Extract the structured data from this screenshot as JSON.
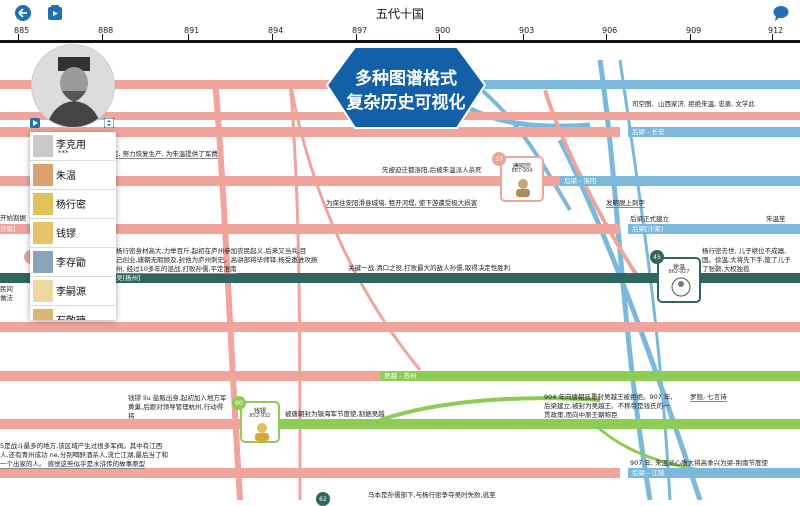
{
  "header": {
    "title": "五代十国",
    "back_icon": "back-arrow-icon",
    "app_icon": "map-app-icon",
    "chat_icon": "speech-bubble-icon"
  },
  "ruler": {
    "labels": [
      "885",
      "888",
      "891",
      "894",
      "897",
      "900",
      "903",
      "906",
      "909",
      "912"
    ]
  },
  "promo": {
    "line1": "多种图谱格式",
    "line2": "复杂历史可视化"
  },
  "panel": {
    "items": [
      {
        "name": "李克用",
        "sub": "***"
      },
      {
        "name": "朱温"
      },
      {
        "name": "杨行密"
      },
      {
        "name": "钱镠"
      },
      {
        "name": "李存勖"
      },
      {
        "name": "李嗣源"
      },
      {
        "name": "石敬瑭"
      }
    ]
  },
  "bands": {
    "later_liang_changan": "后梁 - 长安",
    "later_liang_luoyang": "后梁 - 洛阳",
    "later_liang_kaifeng": "后梁[汴梁]",
    "wu_yue_suzhou": "吴越 - 苏州",
    "later_liang_jiangling": "后梁 - 江陵",
    "liang_left": "汴梁]",
    "yang_left": "吴[扬州]"
  },
  "texts": {
    "t1": "司空图、山西家济, 拒绝朱温, 忠勇, 文学此",
    "t2": "民, 努力恢复生产, 为朱温提供了军费",
    "t3": "先被迫迁都洛阳,后被朱温派人杀死",
    "t4": "为保住安阳滑县城墙, 租开河堤, 使下游遭受极大损害",
    "t5": "发明脱上刺字",
    "t6": "后梁正式建立",
    "t7": "朱温笙",
    "t8": "开始割据",
    "t9a": "杨行密身材高大,力举百斤,起初在庐州参加农民起义,后来又当兵,目",
    "t9b": "己创业,唐朝无暇顾及,封他为庐州刺史。高骈部将毕师铎,杨受邀进攻扬",
    "t9c": "州, 经过10多年的混战,打败孙儒,平定淮南",
    "t10": "关键一战,清口之役,打败最大的敌人孙儒,取得决定性胜利",
    "t11a": "杨行密去世, 儿子继位不成器,",
    "t11b": "国。徐温,大将先下手,废了儿子",
    "t11c": "了张颢,大权独揽",
    "t12a": "民间",
    "t12b": "做法",
    "t13a": "钱镠 liu 盐贩出身,起初加入地方军",
    "t13b": "黄巢,后跟对领导管理杭州,行动得",
    "t13c": "将",
    "t14": "被唐朝封为镇海军节度使,割据吴越",
    "t15a": "904 年向唐朝廷重封吴越王被拒绝。907 年,",
    "t15b": "后梁建立,被封为吴越王。不称帝是钱氏的一",
    "t15c": "贯政策,而向中原王朝称臣",
    "t16": "罗隐, 七言诗",
    "t17a": "5是战斗最多的地方,该区域产生过很多军阀。其中有江西",
    "t17b": "人,还有青州成功 ne,分别喝醉酒杀人,流亡江湖,最后当了和",
    "t17c": "一个出家的人。 感觉这些似乎是水浒传的故事原型",
    "t18": "907 年, 朱温派心腹大将高季兴为梁-荆南节度使",
    "t19": "马本是孙儒部下,与杨行密争夺吴时失败,逃至"
  },
  "cards": {
    "tang_zhaozong": {
      "name": "唐昭宗",
      "years": "867-904"
    },
    "xu_wen": {
      "name": "徐温",
      "years": "862-927"
    },
    "qian_liu": {
      "name": "钱镠",
      "years": "852-932"
    }
  },
  "badges": {
    "b37": "37",
    "b45": "45",
    "b60": "60",
    "b62": "62"
  },
  "colors": {
    "pink": "#f1a49c",
    "blue": "#7ab8dc",
    "green": "#8dcc55",
    "teal": "#2f6660",
    "promo": "#1460a8"
  }
}
